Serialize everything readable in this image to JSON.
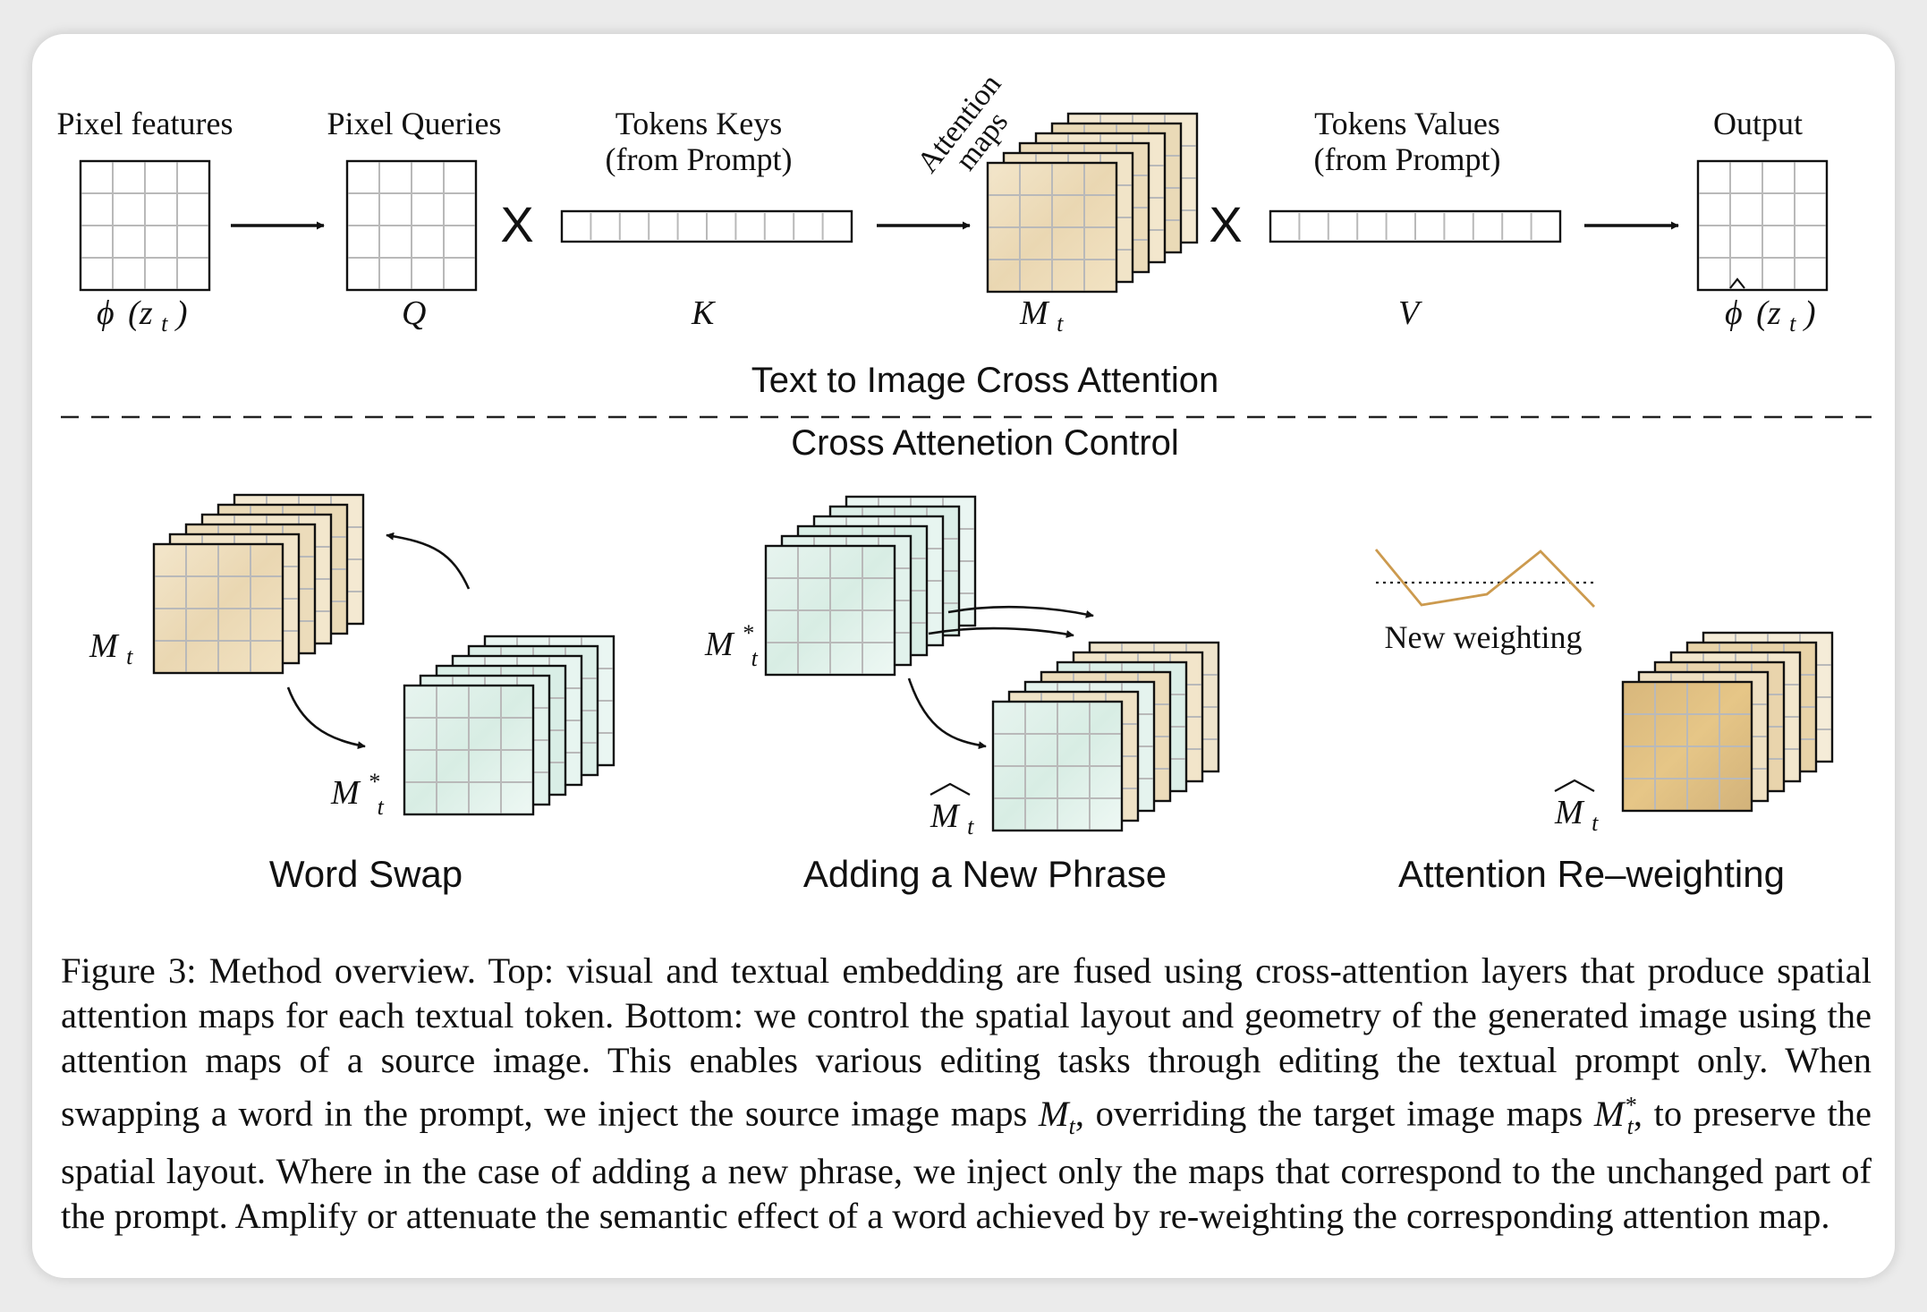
{
  "top": {
    "pixel_features_label": "Pixel features",
    "pixel_queries_label": "Pixel Queries",
    "token_keys_label_1": "Tokens Keys",
    "token_keys_label_2": "(from Prompt)",
    "attention_maps_label_1": "Attention",
    "attention_maps_label_2": "maps",
    "token_values_label_1": "Tokens Values",
    "token_values_label_2": "(from Prompt)",
    "output_label": "Output",
    "multiply_symbol": "X",
    "math": {
      "phi": "ϕ",
      "phi_arg": "(z",
      "phi_sub": "t",
      "phi_close": ")",
      "q": "Q",
      "k": "K",
      "m": "M",
      "m_sub": "t",
      "v": "V"
    }
  },
  "divider": {
    "top_section_title": "Text to Image Cross Attention",
    "bottom_section_title": "Cross Attenetion Control"
  },
  "bottom": {
    "word_swap_title": "Word Swap",
    "adding_phrase_title": "Adding a New Phrase",
    "reweighting_title": "Attention Re–weighting",
    "new_weighting_label": "New weighting",
    "math": {
      "m": "M",
      "sub": "t",
      "star": "*"
    }
  },
  "caption": {
    "segments": [
      "Figure 3: Method overview.  Top: visual and textual embedding are fused using cross-attention layers that produce spatial attention maps for each textual token. Bottom: we control the spatial layout and geometry of the generated image using the attention maps of a source image. This enables various editing tasks through editing the textual prompt only.  When swapping a word in the prompt, we inject the source image maps ",
      ", overriding the target image maps ",
      ", to preserve the spatial layout. Where in the case of adding a new phrase, we inject only the maps that correspond to the unchanged part of the prompt. Amplify or attenuate the semantic effect of a word achieved by re-weighting the corresponding attention map."
    ],
    "math_m": "M",
    "math_sub": "t",
    "math_star": "*"
  },
  "colors": {
    "warm_fill": "#efe1c3",
    "cool_fill": "#e4f3ee",
    "reweight_fill": "#dcc08a",
    "grid_line": "#b9b9b9",
    "weighting_line": "#cc9a4e",
    "ink": "#111111"
  }
}
